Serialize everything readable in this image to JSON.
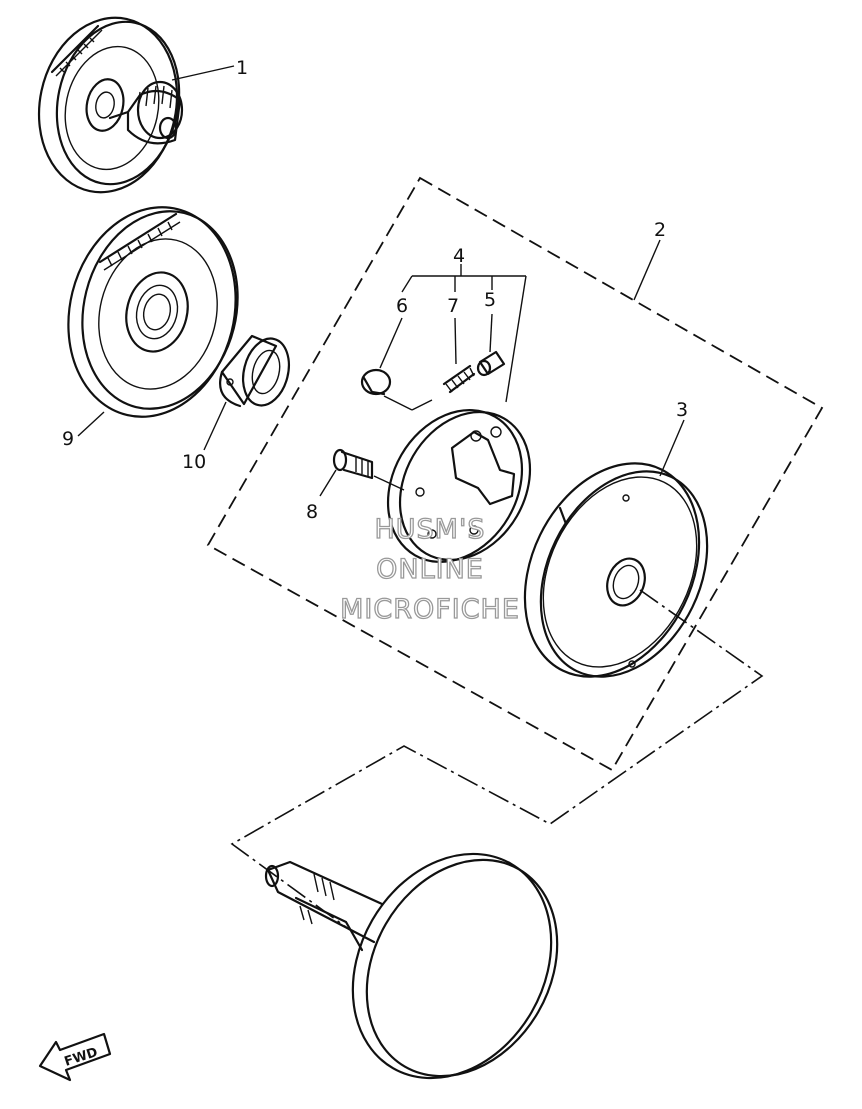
{
  "callouts": {
    "c1": "1",
    "c2": "2",
    "c3": "3",
    "c4": "4",
    "c5": "5",
    "c6": "6",
    "c7": "7",
    "c8": "8",
    "c9": "9",
    "c10": "10"
  },
  "watermark": {
    "line1": "HUSM'S",
    "line2": "ONLINE",
    "line3": "MICROFICHE"
  },
  "direction_badge": "FWD"
}
